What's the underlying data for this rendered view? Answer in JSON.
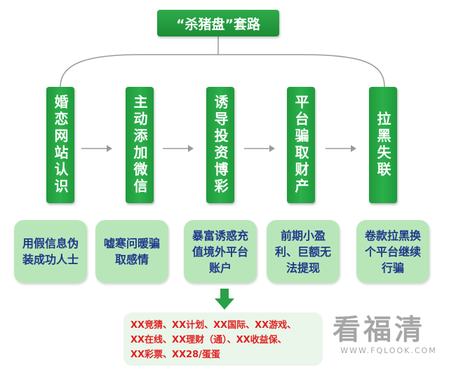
{
  "title": "“杀猪盘”套路",
  "steps": [
    {
      "label": "婚恋网站认识",
      "desc": "用假信息伪装成功人士"
    },
    {
      "label": "主动添加微信",
      "desc": "嘘寒问暖骗取感情"
    },
    {
      "label": "诱导投资博彩",
      "desc": "暴富诱惑充值境外平台账户"
    },
    {
      "label": "平台骗取财产",
      "desc": "前期小盈利、巨额无法提现"
    },
    {
      "label": "拉黑失联",
      "desc": "卷款拉黑换个平台继续行骗"
    }
  ],
  "platforms": [
    "XX竞猜、XX计划、XX国际、XX游戏、",
    "XX在线、XX理财（通）、XX收益保、",
    "XX彩票、XX28/蛋蛋"
  ],
  "watermark": {
    "main": "看福清",
    "url": "WWW.FQLOOK.COM"
  },
  "colors": {
    "accent": "#22a040",
    "desc_bg": "#b9e6b9",
    "desc_text": "#1f3a8a",
    "platform_text": "#e02020"
  }
}
